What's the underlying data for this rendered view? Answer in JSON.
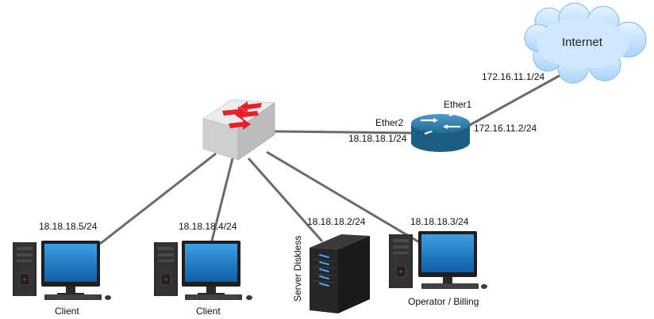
{
  "internet": {
    "label": "Internet",
    "icon": "cloud-icon",
    "color": "#bfe1ff"
  },
  "router": {
    "icon": "router-icon",
    "ether1_label": "Ether1",
    "ether2_label": "Ether2",
    "wan_ip": "172.16.11.2/24",
    "lan_ip": "18.18.18.1/24",
    "color": "#2f7fa8"
  },
  "gateway": {
    "ip": "172.16.11.1/24"
  },
  "switch": {
    "icon": "switch-icon",
    "arrow_color": "#e8202a"
  },
  "devices": {
    "client1": {
      "ip": "18.18.18.5/24",
      "label": "Client"
    },
    "client2": {
      "ip": "18.18.18.4/24",
      "label": "Client"
    },
    "server": {
      "ip": "18.18.18.2/24",
      "label": "Server Diskless"
    },
    "operator": {
      "ip": "18.18.18.3/24",
      "label": "Operator / Billing"
    }
  },
  "link_color": "#6b6b6b"
}
